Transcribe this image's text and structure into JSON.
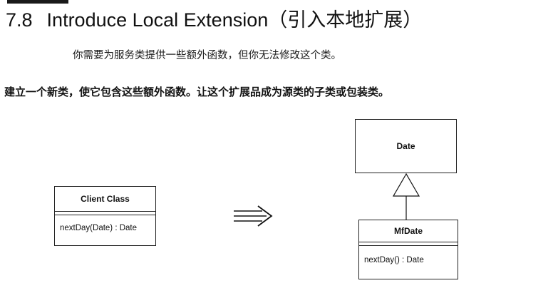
{
  "section": {
    "number": "7.8",
    "title": "Introduce Local Extension（引入本地扩展）"
  },
  "problem": "你需要为服务类提供一些额外函数，但你无法修改这个类。",
  "solution": "建立一个新类，使它包含这些额外函数。让这个扩展品成为源类的子类或包装类。",
  "diagram": {
    "client_class": {
      "name": "Client Class",
      "operation": "nextDay(Date) : Date"
    },
    "date_class": {
      "name": "Date"
    },
    "mfdate_class": {
      "name": "MfDate",
      "operation": "nextDay() : Date"
    }
  }
}
